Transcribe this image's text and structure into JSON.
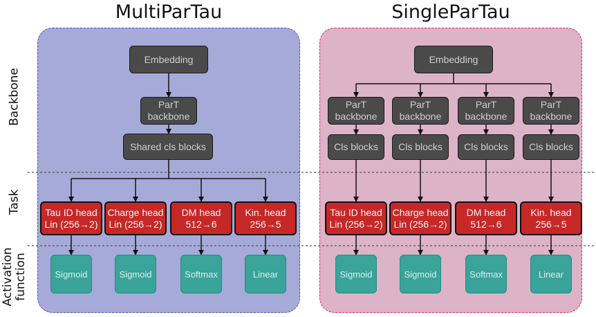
{
  "panels": {
    "left": {
      "title": "MultiParTau",
      "fill": "#a6aad9",
      "border": "#4a50b0"
    },
    "right": {
      "title": "SingleParTau",
      "fill": "#ddb3c8",
      "border": "#e0245e"
    }
  },
  "rows": {
    "backbone": "Backbone",
    "task": "Task",
    "activation": "Activation\nfunction"
  },
  "multi": {
    "embedding": "Embedding",
    "part_backbone": "ParT\nbackbone",
    "shared_cls": "Shared cls blocks",
    "heads": [
      "Tau ID head\nLin (256→2)",
      "Charge head\nLin (256→2)",
      "DM head\n512→6",
      "Kin. head\n256→5"
    ],
    "activations": [
      "Sigmoid",
      "Sigmoid",
      "Softmax",
      "Linear"
    ]
  },
  "single": {
    "embedding": "Embedding",
    "backbones": [
      "ParT\nbackbone",
      "ParT\nbackbone",
      "ParT\nbackbone",
      "ParT\nbackbone"
    ],
    "cls": [
      "Cls blocks",
      "Cls blocks",
      "Cls blocks",
      "Cls blocks"
    ],
    "heads": [
      "Tau ID head\nLin (256→2)",
      "Charge head\nLin (256→2)",
      "DM head\n512→6",
      "Kin. head\n256→5"
    ],
    "activations": [
      "Sigmoid",
      "Sigmoid",
      "Softmax",
      "Linear"
    ]
  },
  "colors": {
    "gray_box": "#4a4a4a",
    "red_box": "#c62828",
    "teal_box": "#3aa39a"
  }
}
